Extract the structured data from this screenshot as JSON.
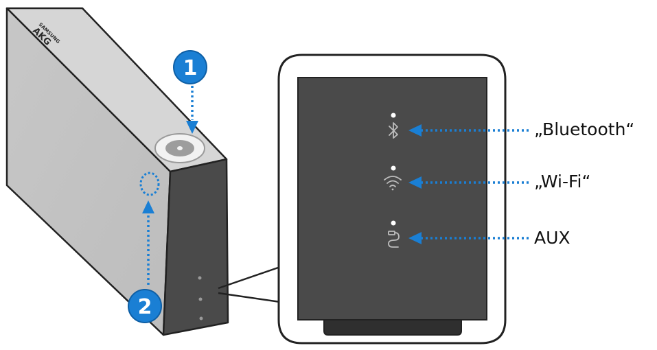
{
  "device": {
    "brand_top": "SAMSUNG",
    "brand_main": "AKG"
  },
  "callouts": [
    {
      "number": "1"
    },
    {
      "number": "2"
    }
  ],
  "indicators": [
    {
      "icon": "bluetooth-icon",
      "label": "„Bluetooth“"
    },
    {
      "icon": "wifi-icon",
      "label": "„Wi-Fi“"
    },
    {
      "icon": "aux-cable-icon",
      "label": "AUX"
    }
  ],
  "colors": {
    "accent_blue": "#1a7fd4",
    "panel_dark": "#4a4a4a",
    "body_light": "#c9c9c9",
    "outline": "#222222"
  }
}
